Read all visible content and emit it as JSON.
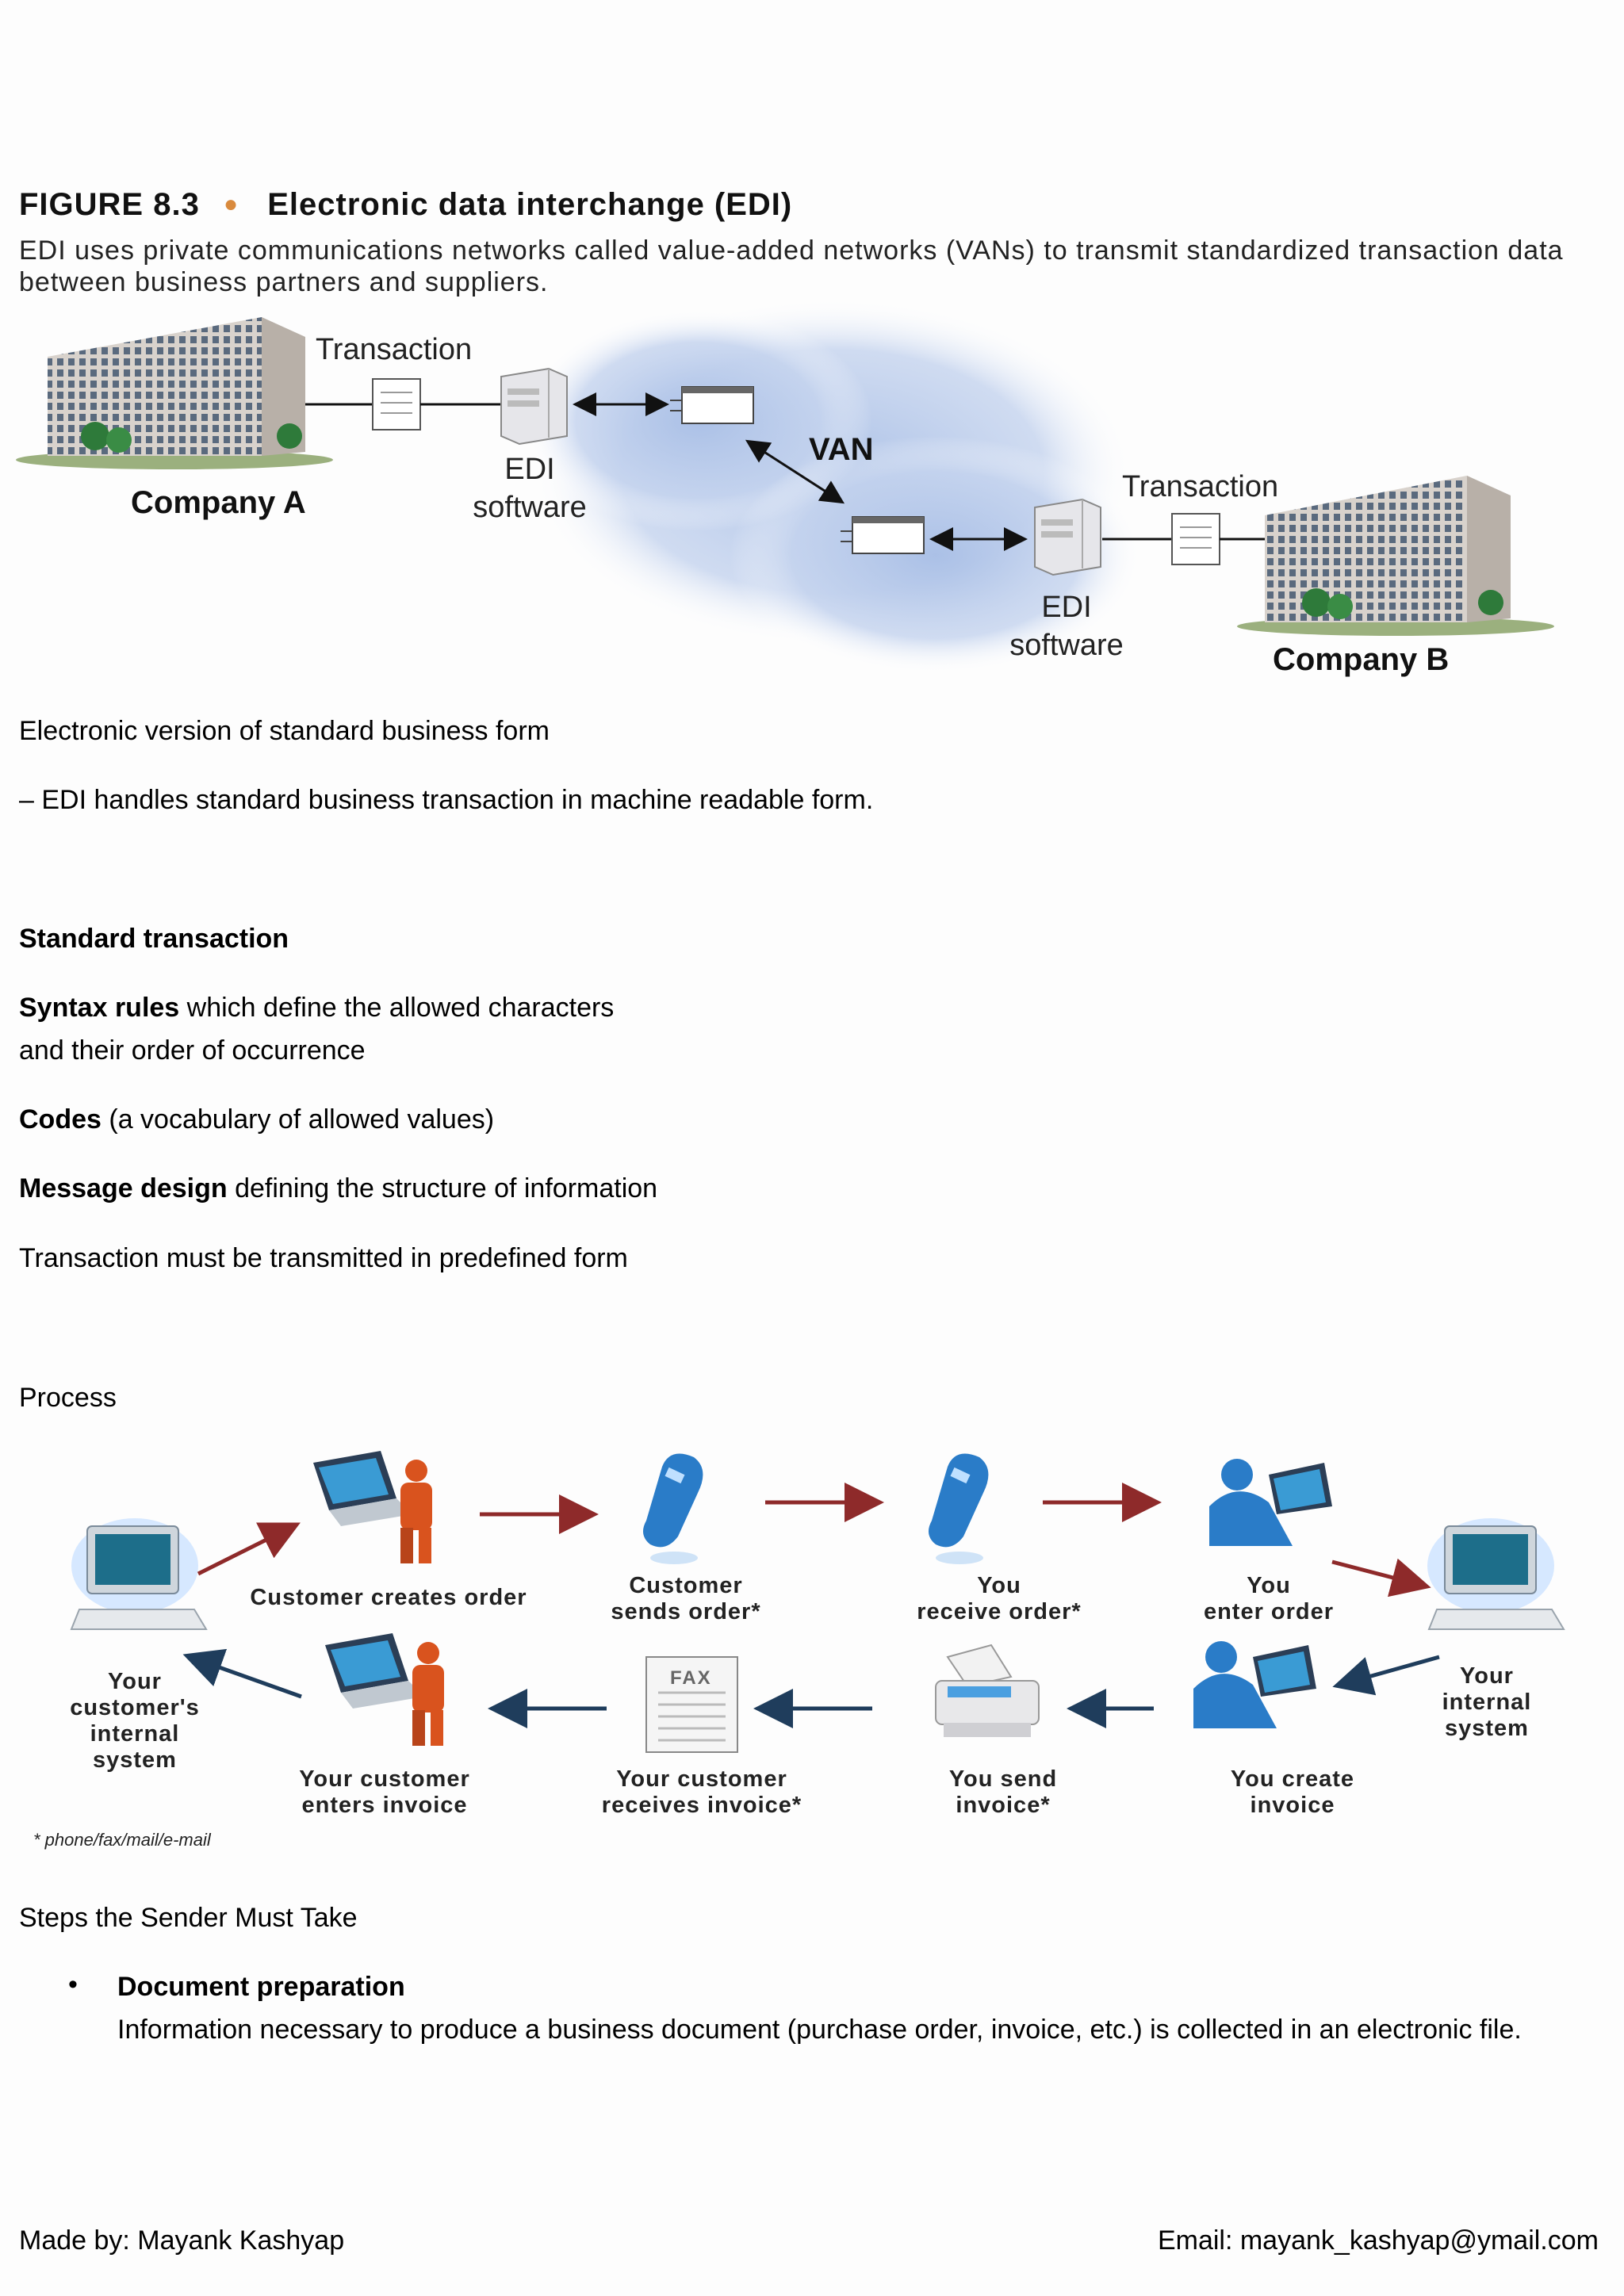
{
  "figure": {
    "number": "FIGURE 8.3",
    "title": "Electronic data interchange (EDI)",
    "caption": "EDI uses private communications networks called value-added networks (VANs) to transmit standardized transaction data between business partners and suppliers.",
    "labels": {
      "transaction_a": "Transaction",
      "company_a": "Company A",
      "edi_software_a_line1": "EDI",
      "edi_software_a_line2": "software",
      "van": "VAN",
      "transaction_b": "Transaction",
      "edi_software_b_line1": "EDI",
      "edi_software_b_line2": "software",
      "company_b": "Company B"
    }
  },
  "intro": {
    "line1": "Electronic version of standard business form",
    "line2": "– EDI handles standard business transaction in machine readable form."
  },
  "standard": {
    "heading": "Standard transaction",
    "syntax_bold": "Syntax rules",
    "syntax_rest": " which define the allowed characters",
    "syntax_line2": "and  their order of occurrence",
    "codes_bold": "Codes",
    "codes_rest": " (a vocabulary of allowed values)",
    "message_bold": "Message design",
    "message_rest": " defining the structure of information",
    "transmit": "Transaction must be transmitted in predefined form"
  },
  "process": {
    "heading": "Process",
    "labels": {
      "your_customers_system": [
        "Your",
        "customer's",
        "internal",
        "system"
      ],
      "customer_creates_order": "Customer creates order",
      "customer_sends_order": [
        "Customer",
        "sends order*"
      ],
      "you_receive_order": [
        "You",
        "receive order*"
      ],
      "you_enter_order": [
        "You",
        "enter order"
      ],
      "your_internal_system": [
        "Your",
        "internal",
        "system"
      ],
      "your_customer_enters_invoice": [
        "Your customer",
        "enters invoice"
      ],
      "your_customer_receives_invoice": [
        "Your customer",
        "receives invoice*"
      ],
      "you_send_invoice": [
        "You send",
        "invoice*"
      ],
      "you_create_invoice": [
        "You create",
        "invoice"
      ],
      "fax": "FAX"
    },
    "footnote": "* phone/fax/mail/e-mail"
  },
  "steps": {
    "heading": "Steps the Sender Must Take",
    "items": [
      {
        "title": "Document preparation",
        "text": "Information necessary to produce a business document (purchase order, invoice, etc.) is collected in an electronic file."
      }
    ]
  },
  "footer": {
    "made_by": "Made by: Mayank Kashyap",
    "email": "Email: mayank_kashyap@ymail.com"
  },
  "colors": {
    "arrow_red": "#8e2a2a",
    "arrow_blue": "#1f3d5c",
    "person_orange": "#d9531e",
    "cloud_blue": "#a9bfe6",
    "accent_dot": "#d98a3d"
  }
}
